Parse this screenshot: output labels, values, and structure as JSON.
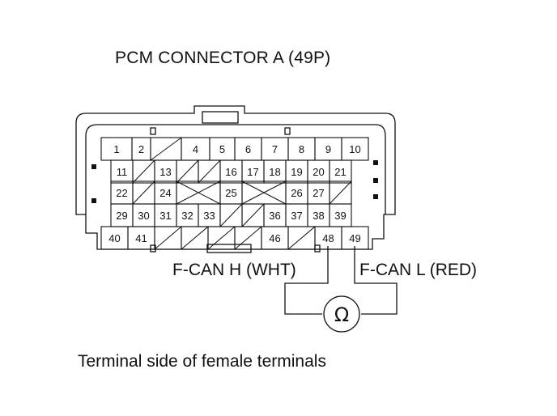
{
  "title": "PCM CONNECTOR A (49P)",
  "caption": "Terminal side of female terminals",
  "probe_h_label": "F-CAN H (WHT)",
  "probe_l_label": "F-CAN L (RED)",
  "meter_symbol": "Ω",
  "meter_icon": "ohmmeter-icon",
  "terminals": {
    "row1": [
      "1",
      "2",
      "",
      "4",
      "5",
      "6",
      "7",
      "8",
      "9",
      "10"
    ],
    "row2": [
      "11",
      "",
      "13",
      "",
      "",
      "16",
      "17",
      "18",
      "19",
      "20",
      "21"
    ],
    "row3": [
      "22",
      "",
      "24",
      "",
      "25",
      "",
      "26",
      "27",
      ""
    ],
    "row4": [
      "29",
      "30",
      "31",
      "32",
      "33",
      "",
      "",
      "36",
      "37",
      "38",
      "39"
    ],
    "row5": [
      "40",
      "41",
      "",
      "",
      "",
      "",
      "46",
      "",
      "48",
      "49"
    ]
  }
}
